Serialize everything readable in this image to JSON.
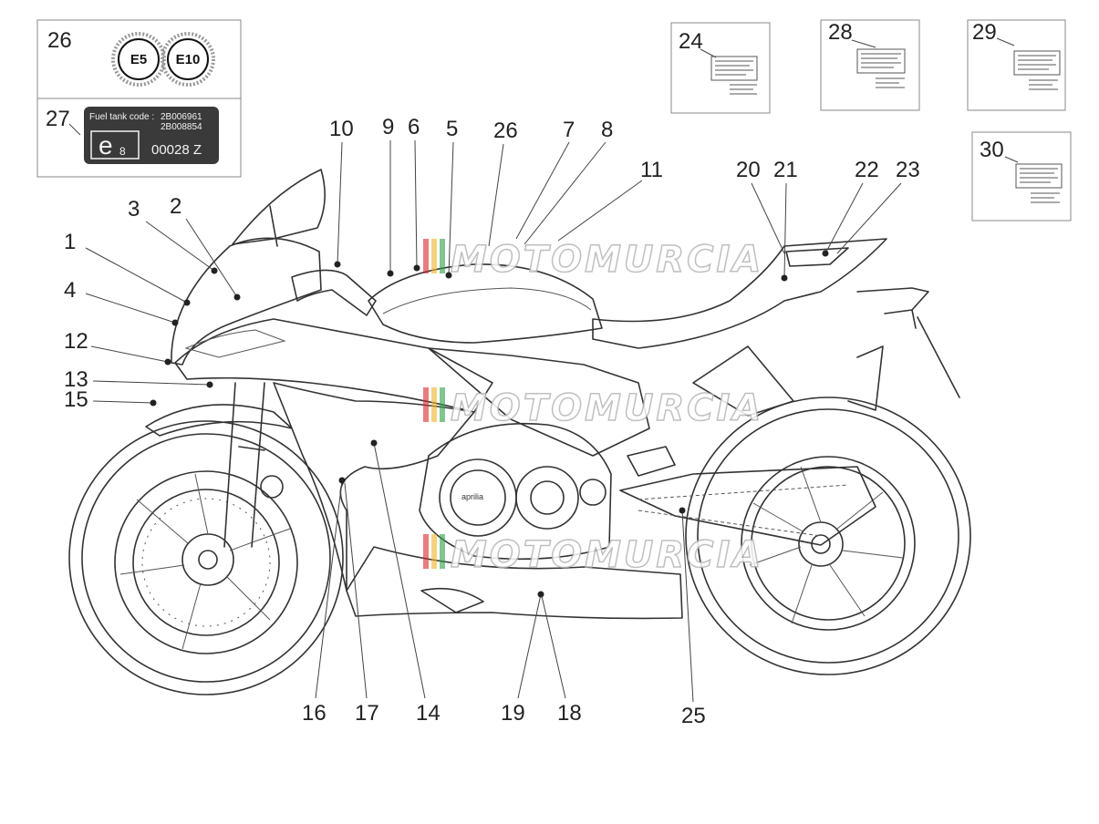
{
  "callouts": {
    "c1": "1",
    "c2": "2",
    "c3": "3",
    "c4": "4",
    "c5": "5",
    "c6": "6",
    "c7": "7",
    "c8": "8",
    "c9": "9",
    "c10": "10",
    "c11": "11",
    "c12": "12",
    "c13": "13",
    "c14": "14",
    "c15": "15",
    "c16": "16",
    "c17": "17",
    "c18": "18",
    "c19": "19",
    "c20": "20",
    "c21": "21",
    "c22": "22",
    "c23": "23",
    "c24": "24",
    "c25": "25",
    "c26_top": "26",
    "c26_box": "26",
    "c27": "27",
    "c28": "28",
    "c29": "29",
    "c30": "30"
  },
  "fuel_box": {
    "seal_e5": "E5",
    "seal_e10": "E10",
    "tank_code_label": "Fuel tank code :",
    "tank_code_1": "2B006961",
    "tank_code_2": "2B008854",
    "e_mark": "e",
    "e_mark_sub": "8",
    "approval_number": "00028 Z"
  },
  "watermark": {
    "text": "MOTOMURCIA",
    "colors": [
      "#d8262c",
      "#f0b429",
      "#2f9e44"
    ]
  },
  "engine_logo": "aprilia"
}
